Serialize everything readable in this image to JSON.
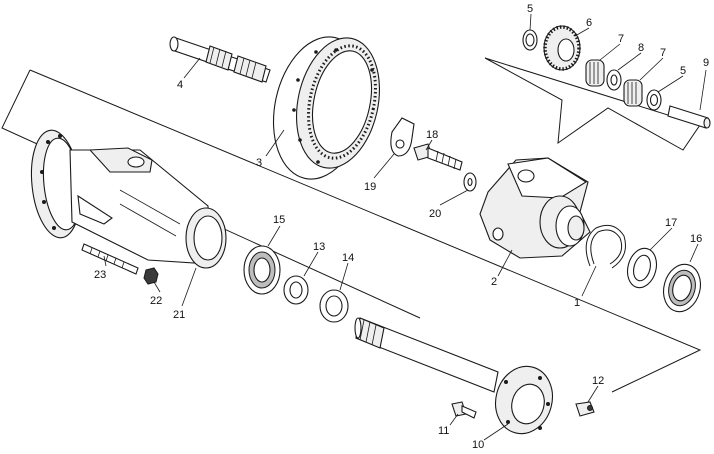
{
  "diagram": {
    "callouts": [
      {
        "id": "p1",
        "label": "1"
      },
      {
        "id": "p2",
        "label": "2"
      },
      {
        "id": "p3",
        "label": "3"
      },
      {
        "id": "p4",
        "label": "4"
      },
      {
        "id": "p5a",
        "label": "5"
      },
      {
        "id": "p5b",
        "label": "5"
      },
      {
        "id": "p6",
        "label": "6"
      },
      {
        "id": "p7a",
        "label": "7"
      },
      {
        "id": "p7b",
        "label": "7"
      },
      {
        "id": "p8",
        "label": "8"
      },
      {
        "id": "p9",
        "label": "9"
      },
      {
        "id": "p10",
        "label": "10"
      },
      {
        "id": "p11",
        "label": "11"
      },
      {
        "id": "p12",
        "label": "12"
      },
      {
        "id": "p13",
        "label": "13"
      },
      {
        "id": "p14",
        "label": "14"
      },
      {
        "id": "p15",
        "label": "15"
      },
      {
        "id": "p16",
        "label": "16"
      },
      {
        "id": "p17",
        "label": "17"
      },
      {
        "id": "p18",
        "label": "18"
      },
      {
        "id": "p19",
        "label": "19"
      },
      {
        "id": "p20",
        "label": "20"
      },
      {
        "id": "p21",
        "label": "21"
      },
      {
        "id": "p22",
        "label": "22"
      },
      {
        "id": "p23",
        "label": "23"
      }
    ]
  }
}
